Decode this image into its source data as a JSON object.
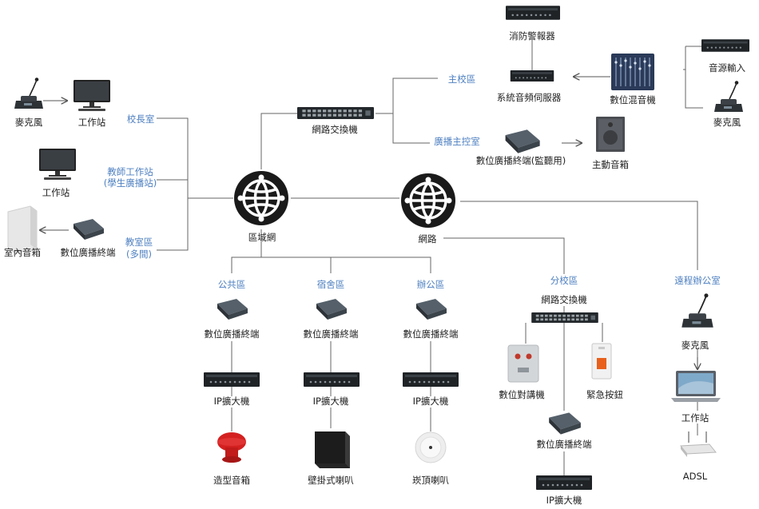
{
  "colors": {
    "line": "#666666",
    "zone_label": "#4d7fc0",
    "text": "#222222",
    "globe": "#1a1a1a",
    "speaker_red": "#d42020"
  },
  "left": {
    "microphone": "麥克風",
    "workstation_top": "工作站",
    "principal_office": "校長室",
    "teacher_station": "教師工作站",
    "student_station": "(學生廣播站)",
    "workstation_mid": "工作站",
    "indoor_speaker": "室內音箱",
    "digital_terminal": "數位廣播終端",
    "classroom_zone": "教室區",
    "classroom_count": "(多間)"
  },
  "center": {
    "lan": "區域網",
    "internet": "網路",
    "switch": "網路交換機",
    "main_campus": "主校區",
    "fire_alarm": "消防警報器",
    "audio_server": "系統音頻伺服器",
    "broadcast_control": "廣播主控室",
    "monitor_terminal": "數位廣播終端(監聽用)",
    "active_speaker": "主動音箱",
    "digital_mixer": "數位混音機",
    "audio_input": "音源輸入",
    "microphone_right": "麥克風"
  },
  "zones": [
    {
      "name": "公共區",
      "terminal": "數位廣播終端",
      "amp": "IP擴大機",
      "speaker": "造型音箱"
    },
    {
      "name": "宿舍區",
      "terminal": "數位廣播終端",
      "amp": "IP擴大機",
      "speaker": "壁掛式喇叭"
    },
    {
      "name": "辦公區",
      "terminal": "數位廣播終端",
      "amp": "IP擴大機",
      "speaker": "崁頂喇叭"
    }
  ],
  "branch": {
    "name": "分校區",
    "switch": "網路交換機",
    "intercom": "數位對講機",
    "emergency": "緊急按鈕",
    "terminal": "數位廣播終端",
    "amp": "IP擴大機"
  },
  "remote": {
    "name": "遠程辦公室",
    "microphone": "麥克風",
    "workstation": "工作站",
    "adsl": "ADSL"
  },
  "icons": [
    "microphone-icon",
    "monitor-icon",
    "speaker-box-icon",
    "terminal-box-icon",
    "globe-icon",
    "switch-icon",
    "rack-unit-icon",
    "mixer-icon",
    "mushroom-speaker-icon",
    "wall-speaker-icon",
    "ceiling-speaker-icon",
    "intercom-icon",
    "emergency-button-icon",
    "laptop-icon",
    "router-icon"
  ]
}
